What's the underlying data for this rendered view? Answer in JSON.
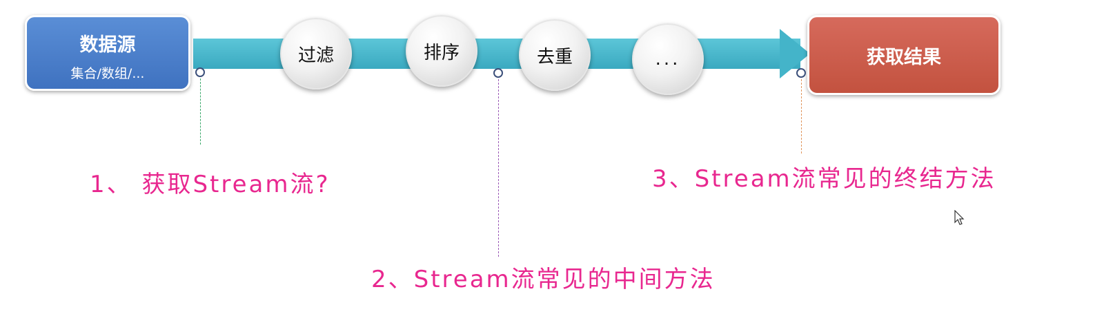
{
  "source": {
    "title": "数据源",
    "subtitle": "集合/数组/..."
  },
  "steps": [
    {
      "label": "过滤"
    },
    {
      "label": "排序"
    },
    {
      "label": "去重"
    },
    {
      "label": "..."
    }
  ],
  "result": {
    "label": "获取结果"
  },
  "annotations": [
    {
      "text": "1、 获取Stream流?"
    },
    {
      "text": "2、Stream流常见的中间方法"
    },
    {
      "text": "3、Stream流常见的终结方法"
    }
  ],
  "colors": {
    "band": "#44b4c9",
    "source": "#4a7fcc",
    "result": "#c85a4a",
    "annotation": "#e8278f"
  }
}
